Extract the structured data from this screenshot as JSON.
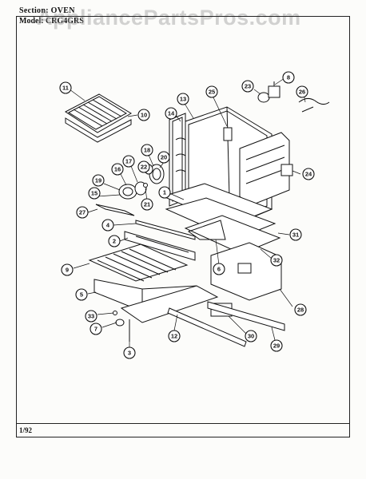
{
  "header": {
    "section_label": "Section:",
    "section_value": "OVEN",
    "model_label": "Model:",
    "model_value": "CRG4GRS"
  },
  "watermark": "AppliancePartsPros.com",
  "footer": {
    "date": "1/92"
  },
  "callouts": [
    "11",
    "10",
    "13",
    "14",
    "25",
    "23",
    "8",
    "26",
    "18",
    "17",
    "16",
    "20",
    "22",
    "19",
    "15",
    "21",
    "1",
    "24",
    "27",
    "4",
    "2",
    "31",
    "6",
    "32",
    "9",
    "5",
    "28",
    "33",
    "7",
    "12",
    "30",
    "3",
    "29"
  ]
}
